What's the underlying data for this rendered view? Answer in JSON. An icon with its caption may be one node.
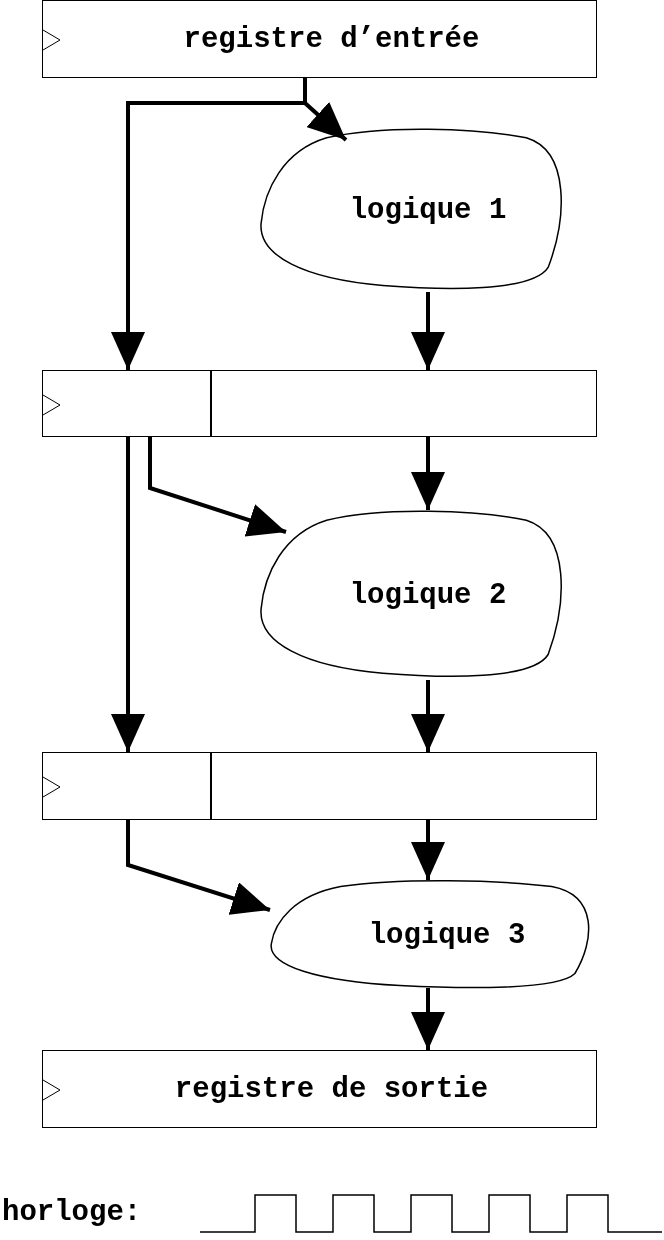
{
  "diagram": {
    "nodes": [
      {
        "text": [
          "registre d’entrée"
        ]
      },
      {
        "text": [
          "logique 1"
        ]
      },
      {
        "text": [],
        "shape": "box"
      },
      {
        "text": [],
        "shape": "box"
      },
      {
        "text": [
          "logique 2"
        ]
      },
      {
        "text": [],
        "shape": "box"
      },
      {
        "text": [],
        "shape": "box"
      },
      {
        "text": [
          "logique 3"
        ]
      },
      {
        "text": [
          "registre de sortie"
        ]
      }
    ],
    "edges": [
      {
        "from": 0,
        "to": 2,
        "arrow": "to"
      },
      {
        "from": 0,
        "to": 1,
        "arrow": "to"
      },
      {
        "from": 1,
        "to": 3,
        "arrow": "to"
      },
      {
        "from": 2,
        "to": 5,
        "arrow": "to"
      },
      {
        "from": 2,
        "to": 4,
        "arrow": "to"
      },
      {
        "from": 3,
        "to": 4,
        "arrow": "to"
      },
      {
        "from": 4,
        "to": 6,
        "arrow": "to"
      },
      {
        "from": 5,
        "to": 7,
        "arrow": "to"
      },
      {
        "from": 6,
        "to": 7,
        "arrow": "to"
      },
      {
        "from": 7,
        "to": 8,
        "arrow": "to"
      }
    ],
    "labels": [
      "horloge:"
    ]
  }
}
